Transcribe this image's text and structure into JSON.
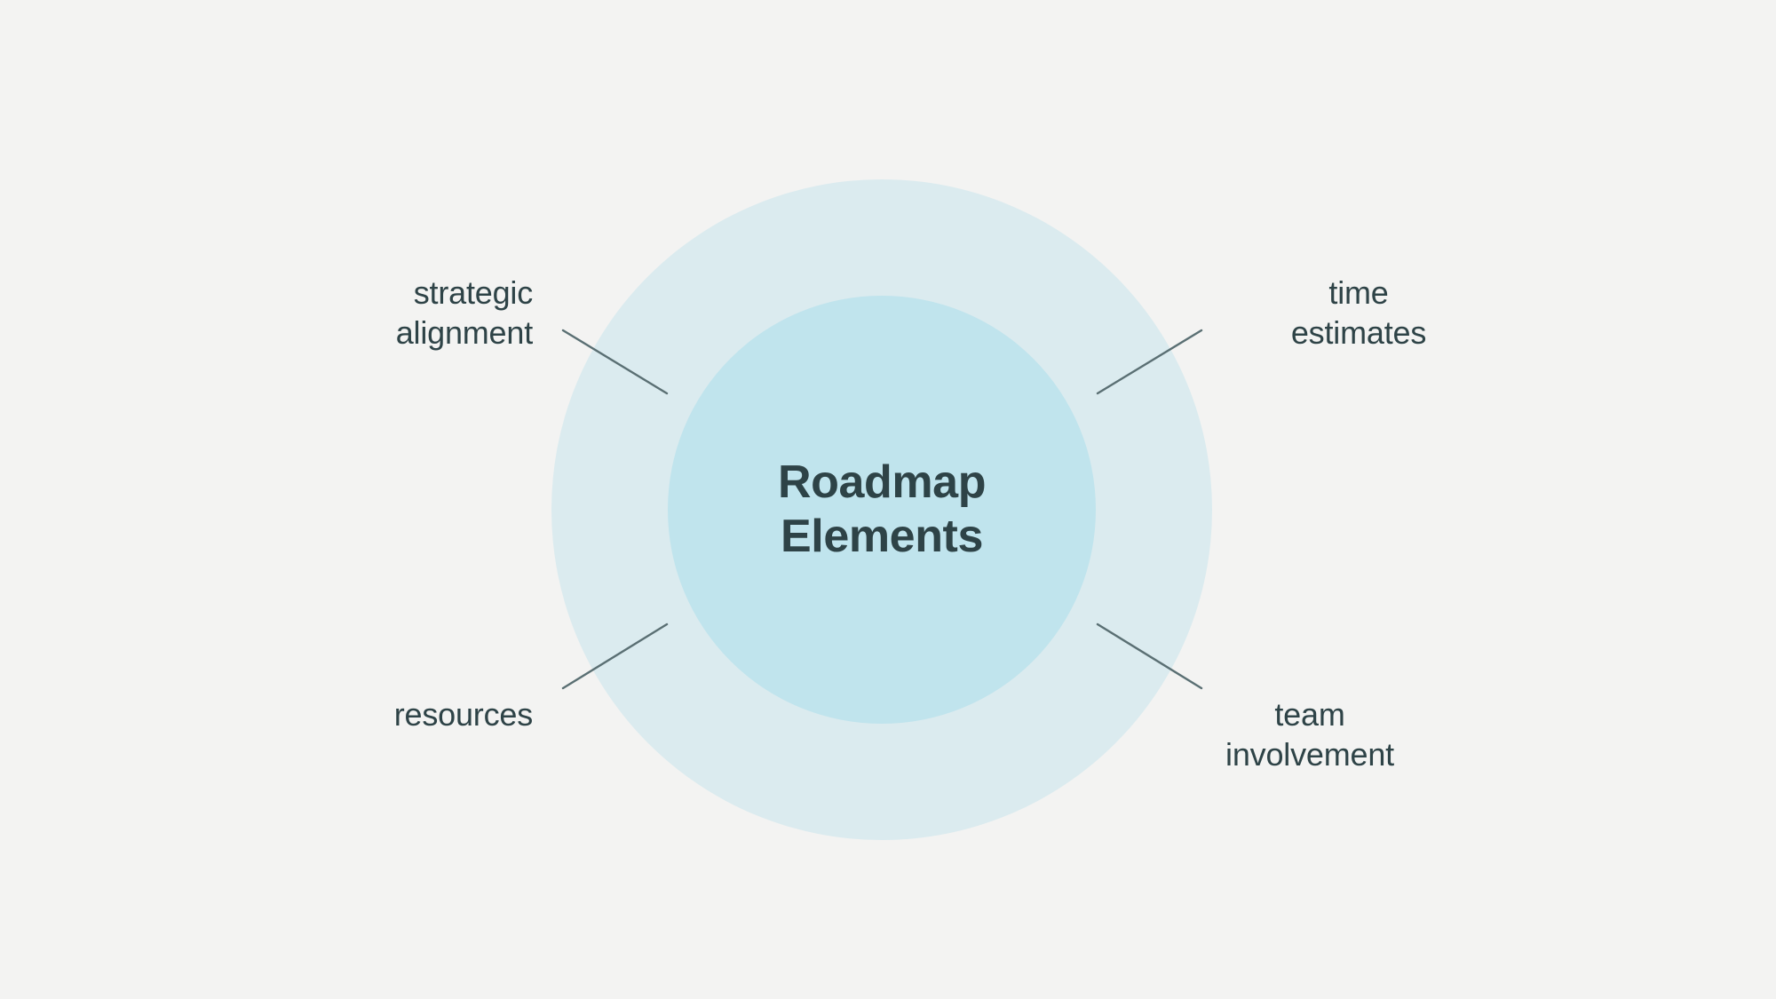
{
  "diagram": {
    "type": "concentric-circle-hub-and-spoke",
    "background_color": "#f3f3f2",
    "center": {
      "title_line_1": "Roadmap",
      "title_line_2": "Elements",
      "text_color": "#2e4347",
      "inner_circle_color": "#c0e4ed",
      "outer_circle_color": "#dbebef"
    },
    "connector_color": "#5a6f73",
    "nodes": [
      {
        "id": "strategic-alignment",
        "label": "strategic\nalignment",
        "position": "top-left"
      },
      {
        "id": "time-estimates",
        "label": "time\nestimates",
        "position": "top-right"
      },
      {
        "id": "resources",
        "label": "resources",
        "position": "bottom-left"
      },
      {
        "id": "team-involvement",
        "label": "team\ninvolvement",
        "position": "bottom-right"
      }
    ]
  }
}
